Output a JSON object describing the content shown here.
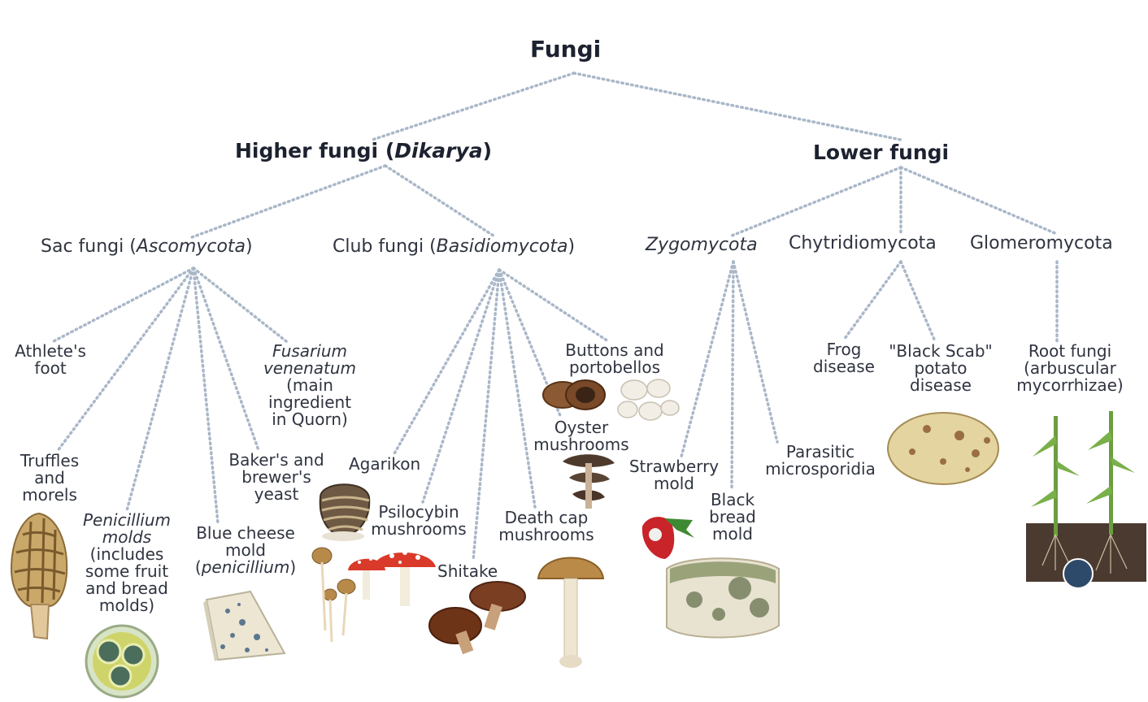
{
  "root": {
    "label": "Fungi"
  },
  "groups": {
    "higher": {
      "prefix": "Higher fungi (",
      "italic": "Dikarya",
      "suffix": ")"
    },
    "lower": {
      "label": "Lower fungi"
    }
  },
  "phyla": {
    "sac": {
      "prefix": "Sac fungi (",
      "italic": "Ascomycota",
      "suffix": ")"
    },
    "club": {
      "prefix": "Club fungi (",
      "italic": "Basidiomycota",
      "suffix": ")"
    },
    "zygo": {
      "italic": "Zygomycota"
    },
    "chytrid": {
      "label": "Chytridiomycota"
    },
    "glomero": {
      "label": "Glomeromycota"
    }
  },
  "leaves": {
    "athletes_foot": {
      "line1": "Athlete's",
      "line2": "foot"
    },
    "fusarium": {
      "italic1": "Fusarium",
      "italic2": "venenatum",
      "line3": "(main",
      "line4": "ingredient",
      "line5": "in Quorn)"
    },
    "truffles": {
      "line1": "Truffles",
      "line2": "and",
      "line3": "morels"
    },
    "penicillium_molds": {
      "italic1": "Penicillium",
      "italic2": "molds",
      "line3": "(includes",
      "line4": "some fruit",
      "line5": "and bread",
      "line6": "molds)"
    },
    "blue_cheese": {
      "line1": "Blue cheese",
      "line2": "mold",
      "paren_open": "(",
      "italic3": "penicillium",
      "paren_close": ")"
    },
    "yeast": {
      "line1": "Baker's and",
      "line2": "brewer's",
      "line3": "yeast"
    },
    "agarikon": {
      "line1": "Agarikon"
    },
    "psilocybin": {
      "line1": "Psilocybin",
      "line2": "mushrooms"
    },
    "shitake": {
      "line1": "Shitake"
    },
    "death_cap": {
      "line1": "Death cap",
      "line2": "mushrooms"
    },
    "oyster": {
      "line1": "Oyster",
      "line2": "mushrooms"
    },
    "buttons": {
      "line1": "Buttons and",
      "line2": "portobellos"
    },
    "strawberry": {
      "line1": "Strawberry",
      "line2": "mold"
    },
    "black_bread": {
      "line1": "Black",
      "line2": "bread",
      "line3": "mold"
    },
    "microsporidia": {
      "line1": "Parasitic",
      "line2": "microsporidia"
    },
    "frog": {
      "line1": "Frog",
      "line2": "disease"
    },
    "black_scab": {
      "line1": "\"Black Scab\"",
      "line2": "potato",
      "line3": "disease"
    },
    "root_fungi": {
      "line1": "Root fungi",
      "line2": "(arbuscular",
      "line3": "mycorrhizae)"
    }
  },
  "colors": {
    "connector": "#a9b7c8",
    "text": "#2f3440",
    "heading": "#1d2230"
  }
}
